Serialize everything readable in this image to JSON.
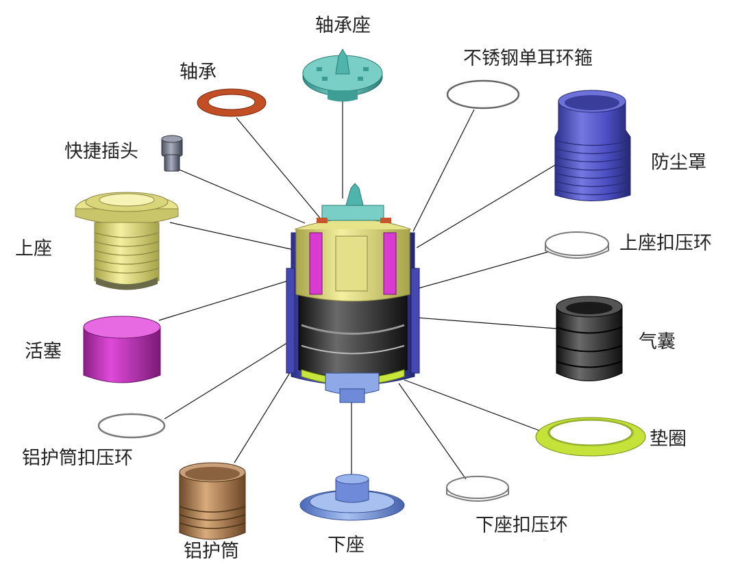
{
  "labels": {
    "bearing_seat": "轴承座",
    "bearing": "轴承",
    "clamp": "不锈钢单耳环箍",
    "quick_connector": "快捷插头",
    "dust_cover": "防尘罩",
    "upper_seat": "上座",
    "upper_crimp_ring": "上座扣压环",
    "piston": "活塞",
    "air_bag": "气囊",
    "guard_crimp_ring": "铝护筒扣压环",
    "gasket": "垫圈",
    "aluminum_guard": "铝护筒",
    "lower_seat": "下座",
    "lower_crimp_ring": "下座扣压环"
  },
  "colors": {
    "bearing_seat": "#5bbcb3",
    "bearing": "#c8552b",
    "dust_cover": "#5a5ec8",
    "upper_seat": "#e6e38a",
    "piston": "#d83ad2",
    "air_bag": "#3a3a3a",
    "gasket": "#c8e63c",
    "aluminum_guard": "#b8875a",
    "lower_seat": "#7fa0e6"
  }
}
